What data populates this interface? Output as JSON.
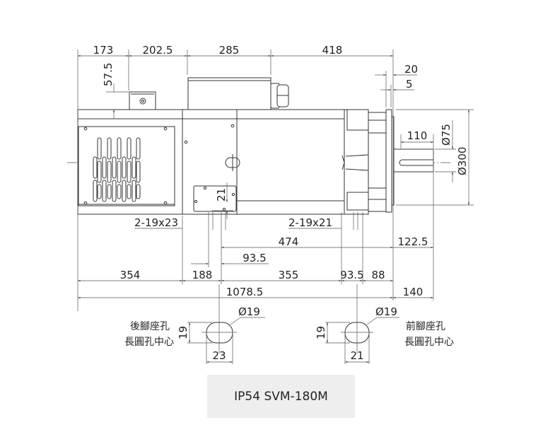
{
  "dimensions": {
    "top": [
      "173",
      "202.5",
      "285",
      "418"
    ],
    "flange_20": "20",
    "flange_5": "5",
    "box_height": "57.5",
    "shaft_length": "110",
    "shaft_dia": "Ø75",
    "flange_dia": "Ø300",
    "foot_hole_height": "21",
    "rear_hole_spec": "2-19x23",
    "front_hole_spec": "2-19x21",
    "d474": "474",
    "d122_5": "122.5",
    "d93_5_upper": "93.5",
    "bottom_row": [
      "354",
      "188",
      "355",
      "93.5",
      "88"
    ],
    "total_length": "1078.5",
    "shaft_ext": "140"
  },
  "rear_hole": {
    "label_line1": "後腳座孔",
    "label_line2": "長圓孔中心",
    "dia": "Ø19",
    "height": "19",
    "width": "23"
  },
  "front_hole": {
    "label_line1": "前腳座孔",
    "label_line2": "長圓孔中心",
    "dia": "Ø19",
    "height": "19",
    "width": "21"
  },
  "title": "IP54 SVM-180M"
}
